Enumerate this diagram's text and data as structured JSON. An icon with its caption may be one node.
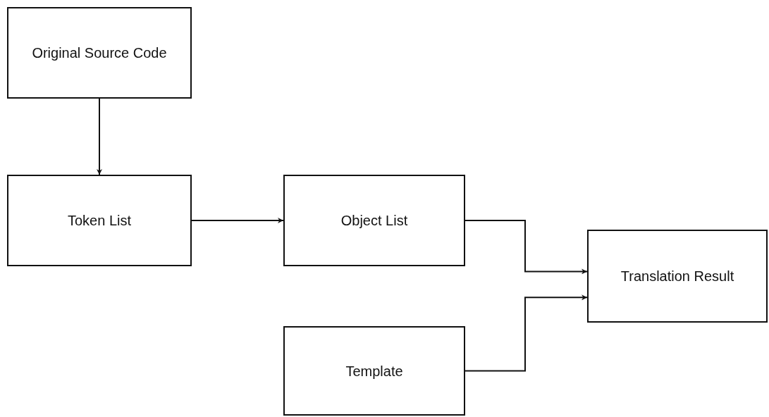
{
  "diagram": {
    "nodes": [
      {
        "text": [
          "Original Source Code"
        ]
      },
      {
        "text": [
          "Token List"
        ]
      },
      {
        "text": [
          "Object List"
        ]
      },
      {
        "text": [
          "Template"
        ]
      },
      {
        "text": [
          "Translation Result"
        ]
      }
    ],
    "edges": [
      {
        "from": 0,
        "to": 1,
        "arrow": "to"
      },
      {
        "from": 1,
        "to": 2,
        "arrow": "to"
      },
      {
        "from": 2,
        "to": 4,
        "arrow": "to"
      },
      {
        "from": 3,
        "to": 4,
        "arrow": "to"
      }
    ]
  }
}
